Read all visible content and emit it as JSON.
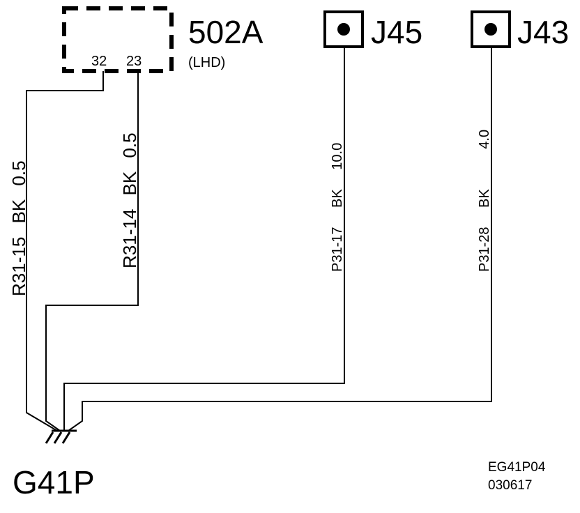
{
  "connector_502A": {
    "name": "502A",
    "variant": "(LHD)",
    "pin_left": "32",
    "pin_right": "23"
  },
  "terminal_J45": {
    "name": "J45"
  },
  "terminal_J43": {
    "name": "J43"
  },
  "wires": {
    "w1": {
      "circuit": "R31-15",
      "color": "BK",
      "size": "0.5"
    },
    "w2": {
      "circuit": "R31-14",
      "color": "BK",
      "size": "0.5"
    },
    "w3": {
      "circuit": "P31-17",
      "color": "BK",
      "size": "10.0"
    },
    "w4": {
      "circuit": "P31-28",
      "color": "BK",
      "size": "4.0"
    }
  },
  "ground": {
    "name": "G41P"
  },
  "diagram_id": {
    "code": "EG41P04",
    "date": "030617"
  }
}
